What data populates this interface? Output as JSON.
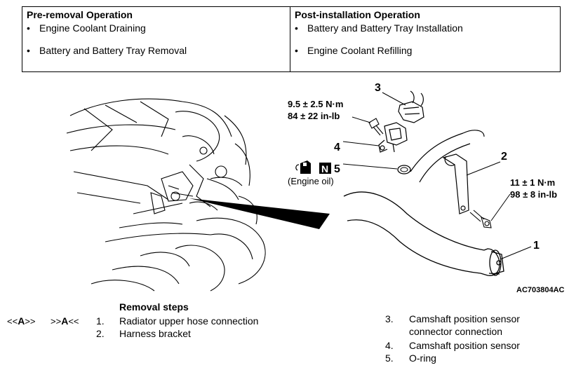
{
  "operations": {
    "pre_removal": {
      "title": "Pre-removal Operation",
      "items": [
        "Engine Coolant Draining",
        "Battery and Battery Tray Removal"
      ]
    },
    "post_installation": {
      "title": "Post-installation Operation",
      "items": [
        "Battery and Battery Tray Installation",
        "Engine Coolant Refilling"
      ]
    }
  },
  "diagram": {
    "torque_sensor_line1": "9.5 ± 2.5 N·m",
    "torque_sensor_line2": "84 ± 22 in-lb",
    "torque_bracket_line1": "11 ± 1 N·m",
    "torque_bracket_line2": "98 ± 8 in-lb",
    "oil_note": "(Engine oil)",
    "n_symbol": "N",
    "callout_1": "1",
    "callout_2": "2",
    "callout_3": "3",
    "callout_4": "4",
    "callout_5": "5",
    "figure_code": "AC703804AC"
  },
  "removal": {
    "title": "Removal steps",
    "ref_removal_prefix": "<<",
    "ref_removal_letter": "A",
    "ref_removal_suffix": ">>",
    "ref_install_prefix": ">>",
    "ref_install_letter": "A",
    "ref_install_suffix": "<<",
    "steps": [
      {
        "num": "1.",
        "text": "Radiator upper hose connection"
      },
      {
        "num": "2.",
        "text": "Harness bracket"
      },
      {
        "num": "3.",
        "text": "Camshaft position sensor"
      },
      {
        "num": "",
        "text": "connector connection"
      },
      {
        "num": "4.",
        "text": "Camshaft position sensor"
      },
      {
        "num": "5.",
        "text": "O-ring"
      }
    ]
  }
}
